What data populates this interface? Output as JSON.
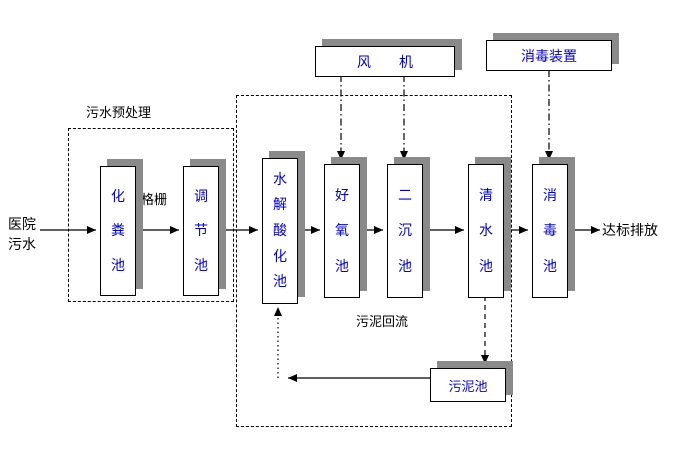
{
  "diagram": {
    "source_label": "医院\n污水",
    "sink_label": "达标排放",
    "pretreatment_label": "污水预处理",
    "grid_label": "格栅",
    "sludge_return_label": "污泥回流",
    "tanks": {
      "septic": "化粪池",
      "regulating": "调节池",
      "hydrolysis": "水解酸化池",
      "aerobic": "好氧池",
      "secondary_sed": "二沉池",
      "clean_water": "清水池",
      "disinfection": "消毒池"
    },
    "devices": {
      "fan": "风　　机",
      "disinfector": "消毒装置",
      "sludge_tank": "污泥池"
    },
    "colors": {
      "tank_text": "#0000cd",
      "shadow": "#8a8a8a",
      "line": "#000000",
      "background": "#ffffff"
    }
  }
}
